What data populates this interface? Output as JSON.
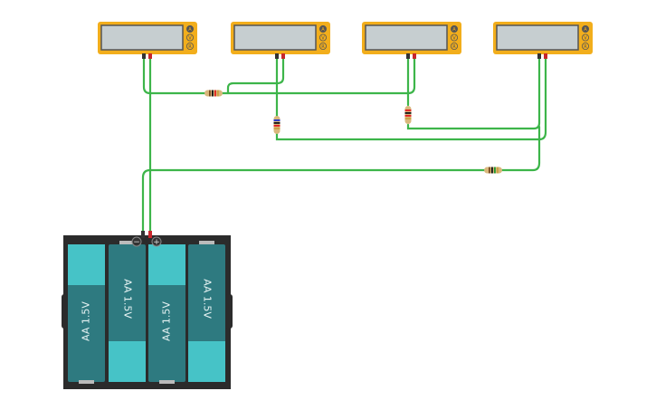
{
  "colors": {
    "meter_body": "#f2ae1c",
    "meter_screen": "#c6ced0",
    "wire": "#3db54a",
    "cell_dark": "#2e7a80",
    "cell_light": "#46c3c7",
    "holder": "#2b2b2b"
  },
  "meters": [
    {
      "buttons": [
        "A",
        "V",
        "R"
      ]
    },
    {
      "buttons": [
        "A",
        "V",
        "R"
      ]
    },
    {
      "buttons": [
        "A",
        "V",
        "R"
      ]
    },
    {
      "buttons": [
        "A",
        "V",
        "R"
      ]
    }
  ],
  "battery": {
    "cells": [
      "AA 1.5V",
      "AA 1.5V",
      "AA 1.5V",
      "AA 1.5V"
    ],
    "neg": "−",
    "pos": "+"
  }
}
